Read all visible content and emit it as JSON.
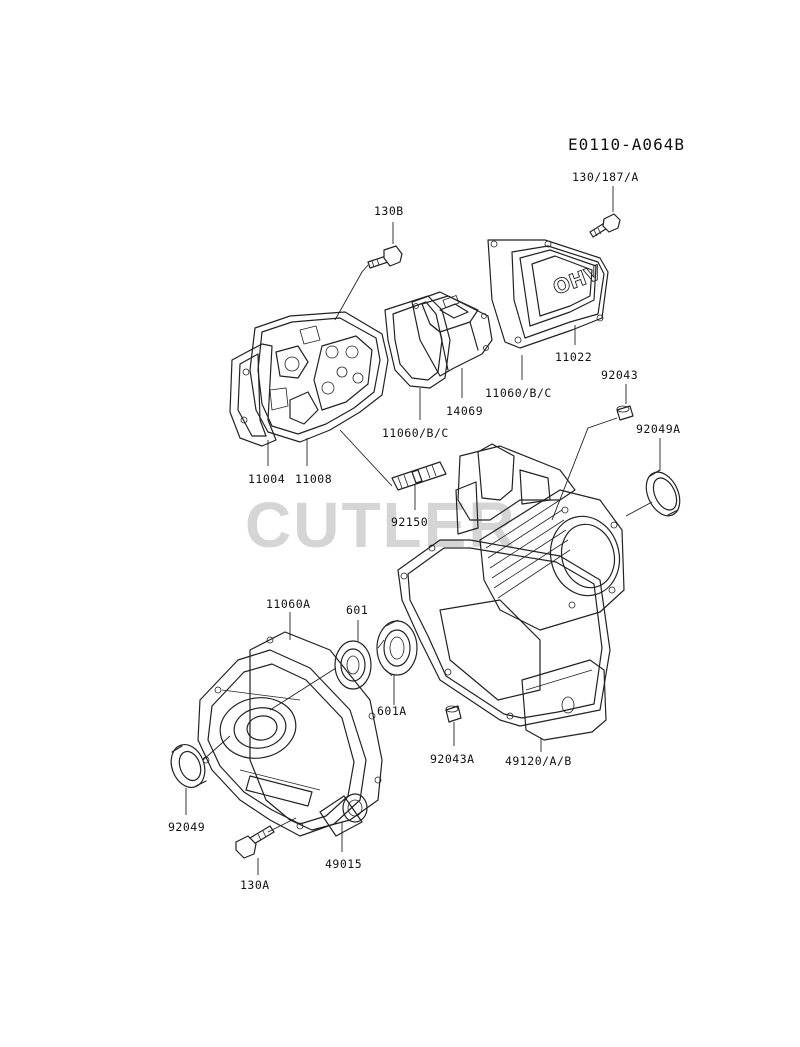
{
  "diagram_code": "E0110-A064B",
  "watermark": "CUTLER",
  "cover_text": "OHV",
  "labels": {
    "l_130_187_A": "130/187/A",
    "l_130B": "130B",
    "l_11022": "11022",
    "l_14069": "14069",
    "l_11060BC_a": "11060/B/C",
    "l_11060BC_b": "11060/B/C",
    "l_92043": "92043",
    "l_92049A": "92049A",
    "l_11004": "11004",
    "l_11008": "11008",
    "l_92150": "92150",
    "l_11060A": "11060A",
    "l_601": "601",
    "l_601A": "601A",
    "l_92043A": "92043A",
    "l_49120AB": "49120/A/B",
    "l_92049": "92049",
    "l_49015": "49015",
    "l_130A": "130A"
  }
}
